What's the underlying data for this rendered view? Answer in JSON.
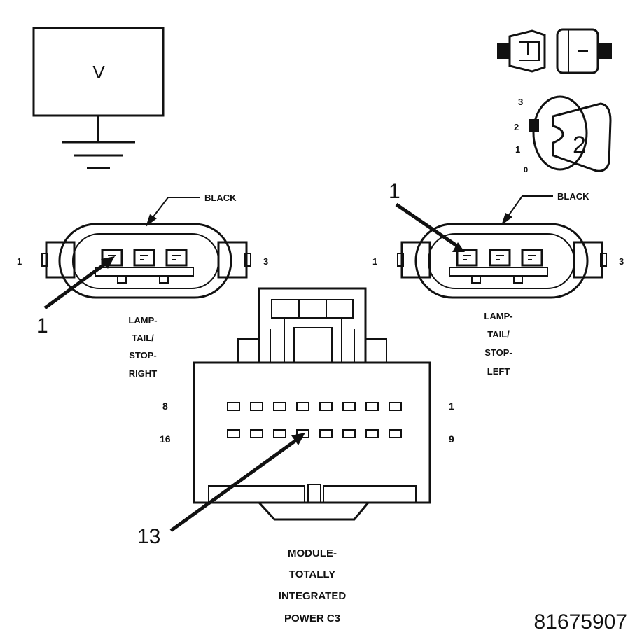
{
  "meter": {
    "label": "V"
  },
  "ignition": {
    "positions": [
      "3",
      "2",
      "1",
      "0"
    ],
    "key_label": "2"
  },
  "connector_right": {
    "color_label": "BLACK",
    "pin_left": "1",
    "pin_right": "3",
    "callout": "1",
    "name_lines": [
      "LAMP-",
      "TAIL/",
      "STOP-",
      "RIGHT"
    ]
  },
  "connector_left": {
    "color_label": "BLACK",
    "pin_left": "1",
    "pin_right": "3",
    "callout": "1",
    "name_lines": [
      "LAMP-",
      "TAIL/",
      "STOP-",
      "LEFT"
    ]
  },
  "module": {
    "pin_row1_left": "8",
    "pin_row1_right": "1",
    "pin_row2_left": "16",
    "pin_row2_right": "9",
    "callout": "13",
    "name_lines": [
      "MODULE-",
      "TOTALLY",
      "INTEGRATED",
      "POWER C3"
    ]
  },
  "figure_id": "81675907"
}
